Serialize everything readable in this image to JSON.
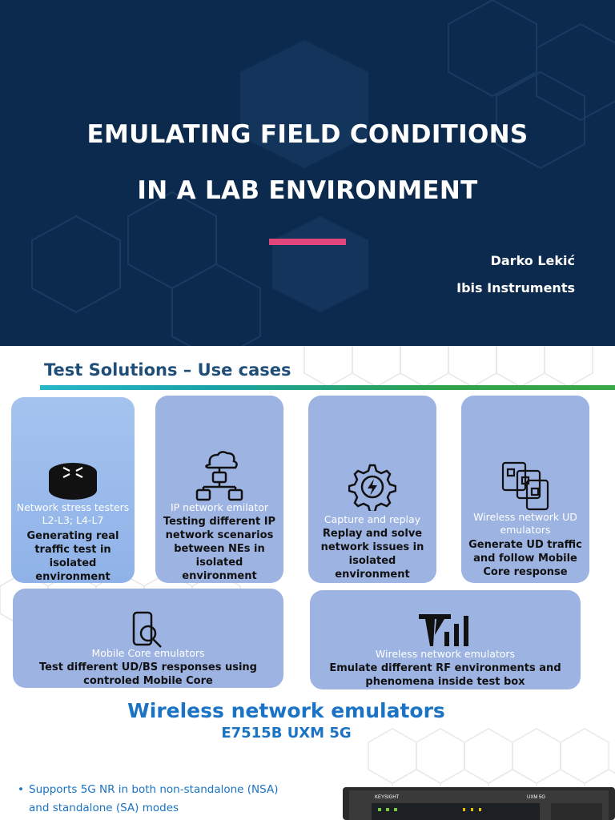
{
  "slide1": {
    "title_line1": "EMULATING FIELD CONDITIONS",
    "title_line2": "IN A LAB ENVIRONMENT",
    "author": "Darko Lekić",
    "organization": "Ibis Instruments",
    "colors": {
      "background": "#0c2a4d",
      "accent": "#e0457b"
    }
  },
  "slide2": {
    "title": "Test Solutions – Use cases",
    "cards": [
      {
        "icon": "router-icon",
        "title": "Network stress testers L2-L3; L4-L7",
        "description": "Generating real traffic test in isolated environment"
      },
      {
        "icon": "network-topology-icon",
        "title": "IP network emilator",
        "description": "Testing different IP network scenarios between NEs in isolated environment"
      },
      {
        "icon": "gear-bolt-icon",
        "title": "Capture and replay",
        "description": "Replay and solve network issues in isolated environment"
      },
      {
        "icon": "devices-icon",
        "title": "Wireless network UD emulators",
        "description": "Generate UD traffic and follow Mobile Core response"
      },
      {
        "icon": "phone-search-icon",
        "title": "Mobile Core emulators",
        "description": "Test different UD/BS responses using controled Mobile Core"
      },
      {
        "icon": "signal-antenna-icon",
        "title": "Wireless network emulators",
        "description": "Emulate different RF environments and phenomena inside test box"
      }
    ],
    "colors": {
      "card": "#9db3e2",
      "title": "#1f4e79"
    }
  },
  "slide3": {
    "title": "Wireless network emulators",
    "subtitle": "E7515B UXM 5G",
    "bullet_line1": "Supports 5G NR in both non-standalone (NSA)",
    "bullet_line2": "and standalone (SA) modes",
    "device_brand": "KEYSIGHT",
    "device_model": "UXM 5G",
    "colors": {
      "text": "#1a73c4"
    }
  }
}
